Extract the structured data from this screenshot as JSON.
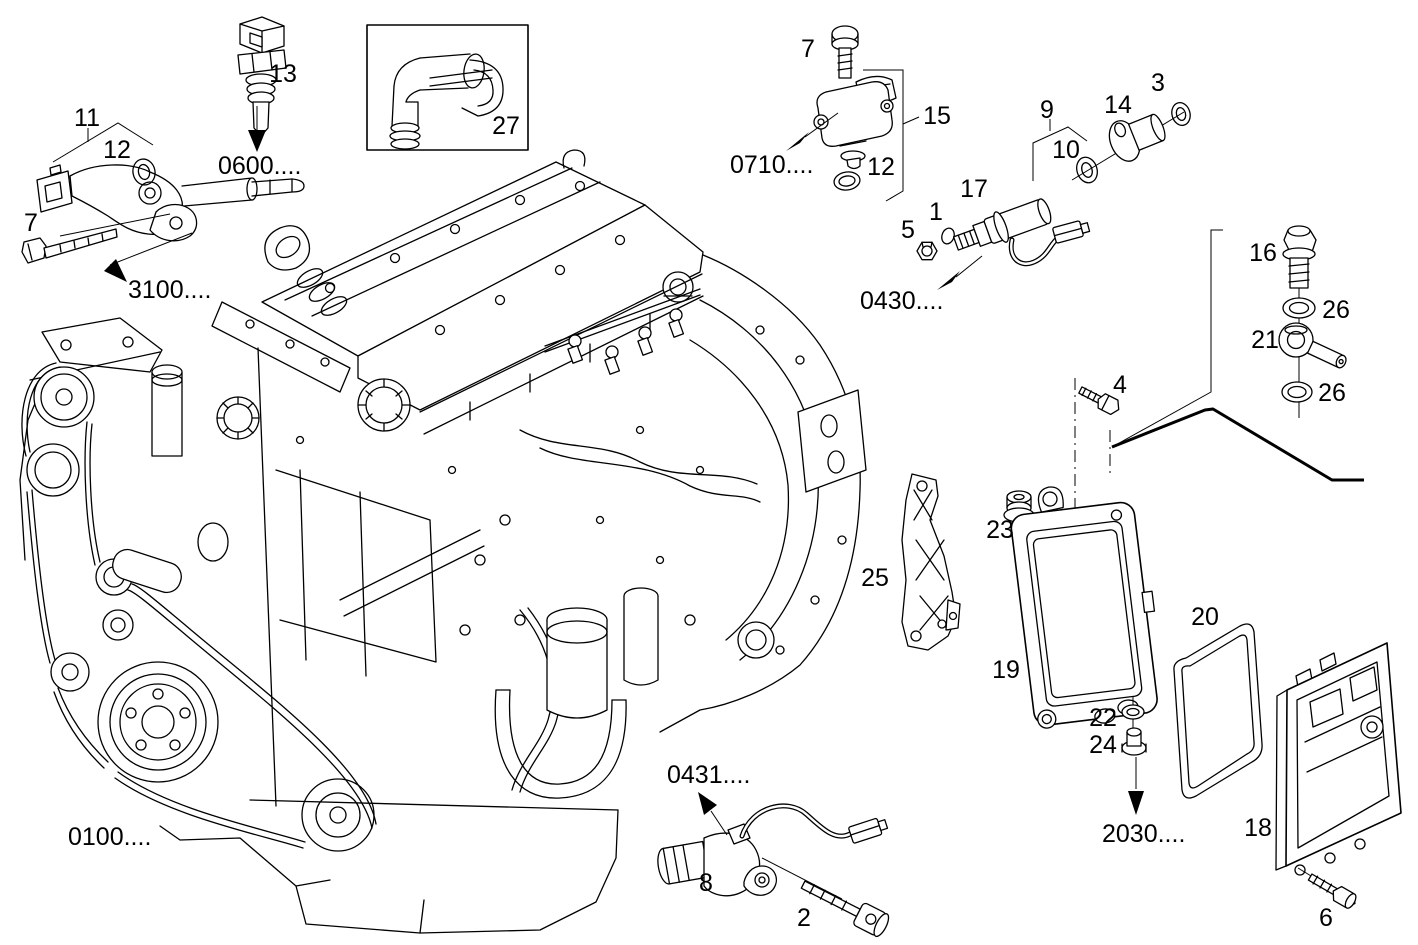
{
  "figure": {
    "kind": "engine exploded parts diagram",
    "background_color": "#ffffff",
    "line_color": "#000000"
  },
  "labels": {
    "n1": "1",
    "n2": "2",
    "n3": "3",
    "n4": "4",
    "n5": "5",
    "n6": "6",
    "n7": "7",
    "n8": "8",
    "n9": "9",
    "n10": "10",
    "n11": "11",
    "n12": "12",
    "n13": "13",
    "n14": "14",
    "n15": "15",
    "n16": "16",
    "n17": "17",
    "n18": "18",
    "n19": "19",
    "n20": "20",
    "n21": "21",
    "n22": "22",
    "n23": "23",
    "n24": "24",
    "n25": "25",
    "n26": "26",
    "n27": "27"
  },
  "refs": {
    "g0100": "0100....",
    "g0600": "0600....",
    "g0710": "0710....",
    "g0430": "0430....",
    "g0431": "0431....",
    "g2030": "2030....",
    "g3100": "3100...."
  }
}
